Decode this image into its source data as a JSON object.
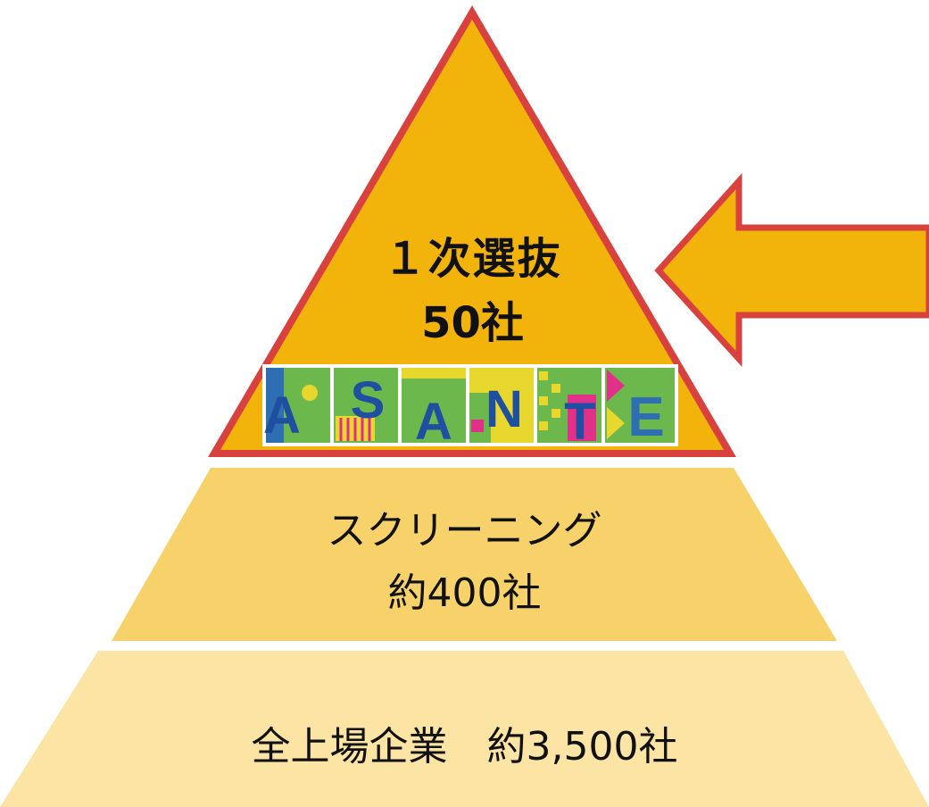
{
  "pyramid": {
    "top": {
      "line1": "１次選抜",
      "line2": "50社",
      "logo_text": "ASANTE",
      "fill_color": "#F2B30B",
      "border_color": "#D9413E"
    },
    "middle": {
      "line1": "スクリーニング",
      "line2": "約400社",
      "fill_color": "#F7D26A"
    },
    "bottom": {
      "line1": "全上場企業　約3,500社",
      "fill_color": "#FCE4A4"
    }
  },
  "arrow": {
    "direction": "left",
    "fill_color": "#F2B30B",
    "border_color": "#D9413E"
  }
}
